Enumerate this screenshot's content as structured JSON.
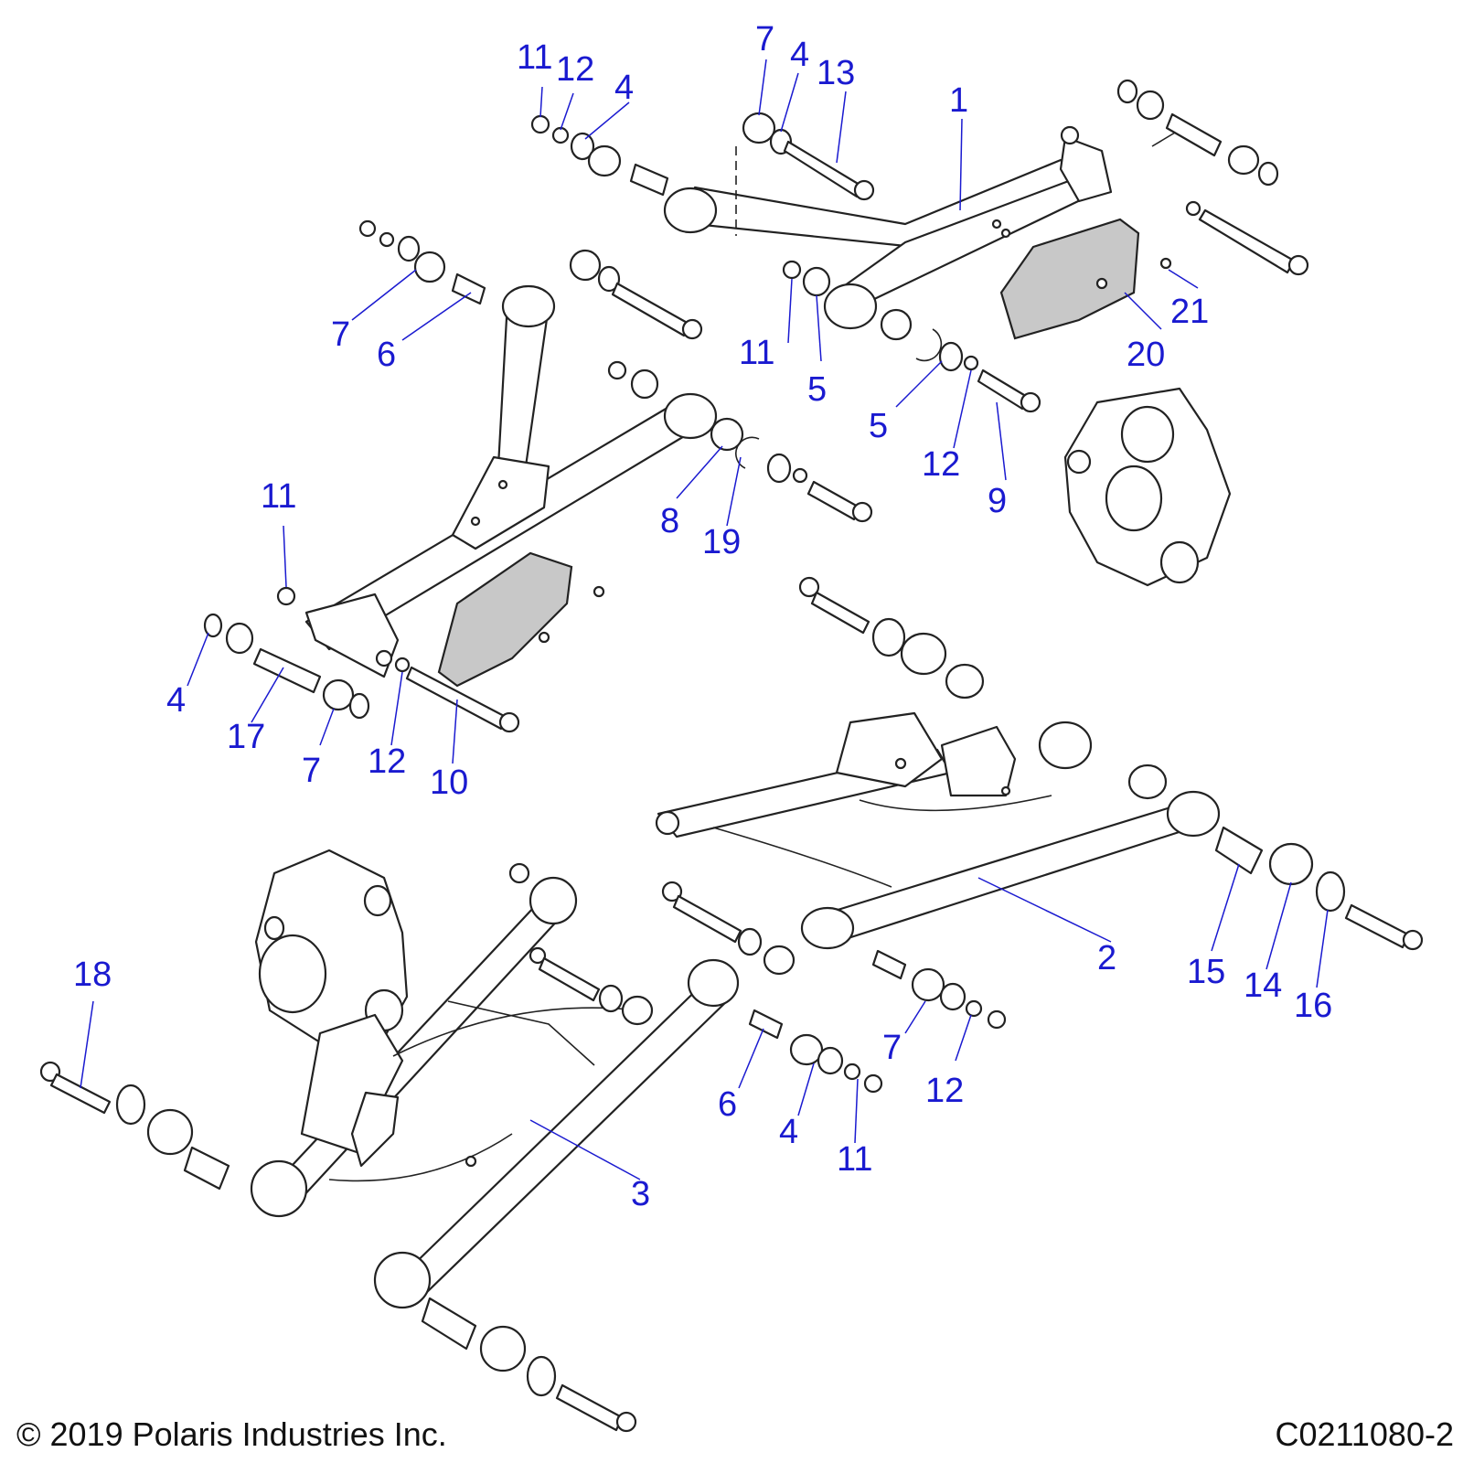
{
  "footer": {
    "copyright": "© 2019 Polaris Industries Inc.",
    "figure_code": "C0211080-2"
  },
  "callouts": {
    "c1": "1",
    "c2": "2",
    "c3": "3",
    "c4a": "4",
    "c4b": "4",
    "c4c": "4",
    "c4d": "4",
    "c5a": "5",
    "c5b": "5",
    "c6a": "6",
    "c6b": "6",
    "c7a": "7",
    "c7b": "7",
    "c7c": "7",
    "c7d": "7",
    "c8": "8",
    "c9": "9",
    "c10": "10",
    "c11a": "11",
    "c11b": "11",
    "c11c": "11",
    "c11d": "11",
    "c12a": "12",
    "c12b": "12",
    "c12c": "12",
    "c12d": "12",
    "c13": "13",
    "c14": "14",
    "c15": "15",
    "c16": "16",
    "c17": "17",
    "c18": "18",
    "c19": "19",
    "c20": "20",
    "c21": "21"
  },
  "colors": {
    "callout": "#1a1ad0",
    "line": "#222222",
    "plate": "#c8c8c8"
  }
}
